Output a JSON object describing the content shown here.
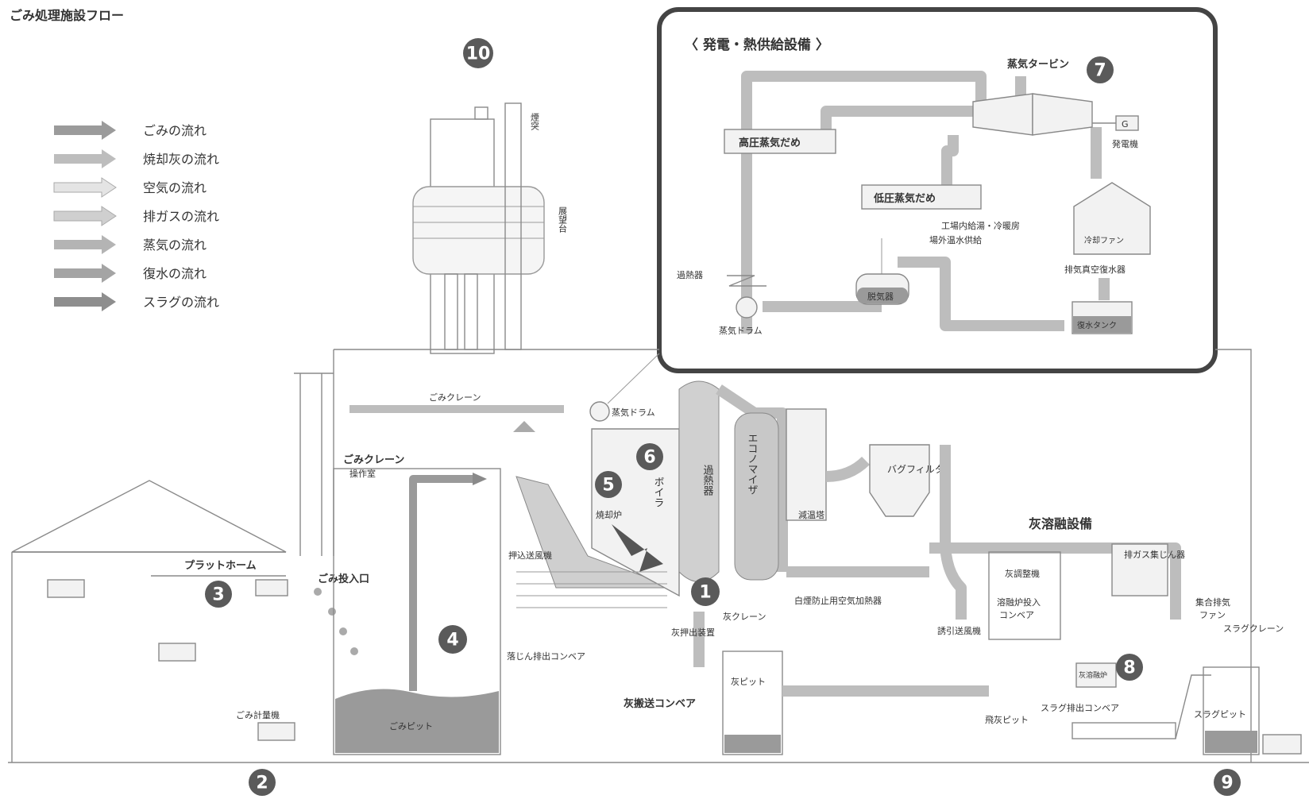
{
  "title": "ごみ処理施設フロー",
  "legend": [
    {
      "label": "ごみの流れ",
      "color": "#9b9b9b"
    },
    {
      "label": "焼却灰の流れ",
      "color": "#bdbdbd"
    },
    {
      "label": "空気の流れ",
      "color": "#dcdcdc"
    },
    {
      "label": "排ガスの流れ",
      "color": "#c8c8c8"
    },
    {
      "label": "蒸気の流れ",
      "color": "#b0b0b0"
    },
    {
      "label": "復水の流れ",
      "color": "#a4a4a4"
    },
    {
      "label": "スラグの流れ",
      "color": "#8e8e8e"
    }
  ],
  "inset": {
    "title": "〈 発電・熱供給設備 〉",
    "turbine": "蒸気タービン",
    "generator": "発電機",
    "generator_symbol": "G",
    "hp_header": "高圧蒸気だめ",
    "lp_header": "低圧蒸気だめ",
    "heat_supply_1": "工場内給湯・冷暖房",
    "heat_supply_2": "場外温水供給",
    "cooling_fan": "冷却ファン",
    "condenser": "排気真空復水器",
    "superheater": "過熱器",
    "steam_drum": "蒸気ドラム",
    "deaerator": "脱気器",
    "condensate_tank": "復水タンク"
  },
  "plant": {
    "stack": "煙突",
    "observation": "展望台",
    "crane": "ごみクレーン",
    "crane_room_1": "ごみクレーン",
    "crane_room_2": "操作室",
    "steam_drum": "蒸気ドラム",
    "boiler": "ボイラ",
    "superheater": "過熱器",
    "economizer": "エコノマイザ",
    "furnace": "焼却炉",
    "conditioning_tower": "減温塔",
    "bag_filter": "バグフィルタ",
    "ash_melting": "灰溶融設備",
    "exhaust_dust": "排ガス集じん器",
    "platform": "プラットホーム",
    "inlet": "ごみ投入口",
    "pusher": "押込送風機",
    "air_heater": "白煙防止用空気加熱器",
    "induced_fan": "誘引送風機",
    "ash_conditioner": "灰調整機",
    "melt_conveyor_1": "溶融炉投入",
    "melt_conveyor_2": "コンベア",
    "collect_fan_1": "集合排気",
    "collect_fan_2": "ファン",
    "slag_crane": "スラグクレーン",
    "ash_crane": "灰クレーン",
    "ash_extruder": "灰押出装置",
    "drop_conveyor": "落じん排出コンベア",
    "ash_pit": "灰ピット",
    "ash_conveyor": "灰搬送コンベア",
    "fly_ash_pit": "飛灰ピット",
    "melt_furnace": "灰溶融炉",
    "slag_conveyor": "スラグ排出コンベア",
    "slag_pit": "スラグピット",
    "scale": "ごみ計量機",
    "waste_pit": "ごみピット"
  },
  "numbers": [
    "1",
    "2",
    "3",
    "4",
    "5",
    "6",
    "7",
    "8",
    "9",
    "10"
  ]
}
